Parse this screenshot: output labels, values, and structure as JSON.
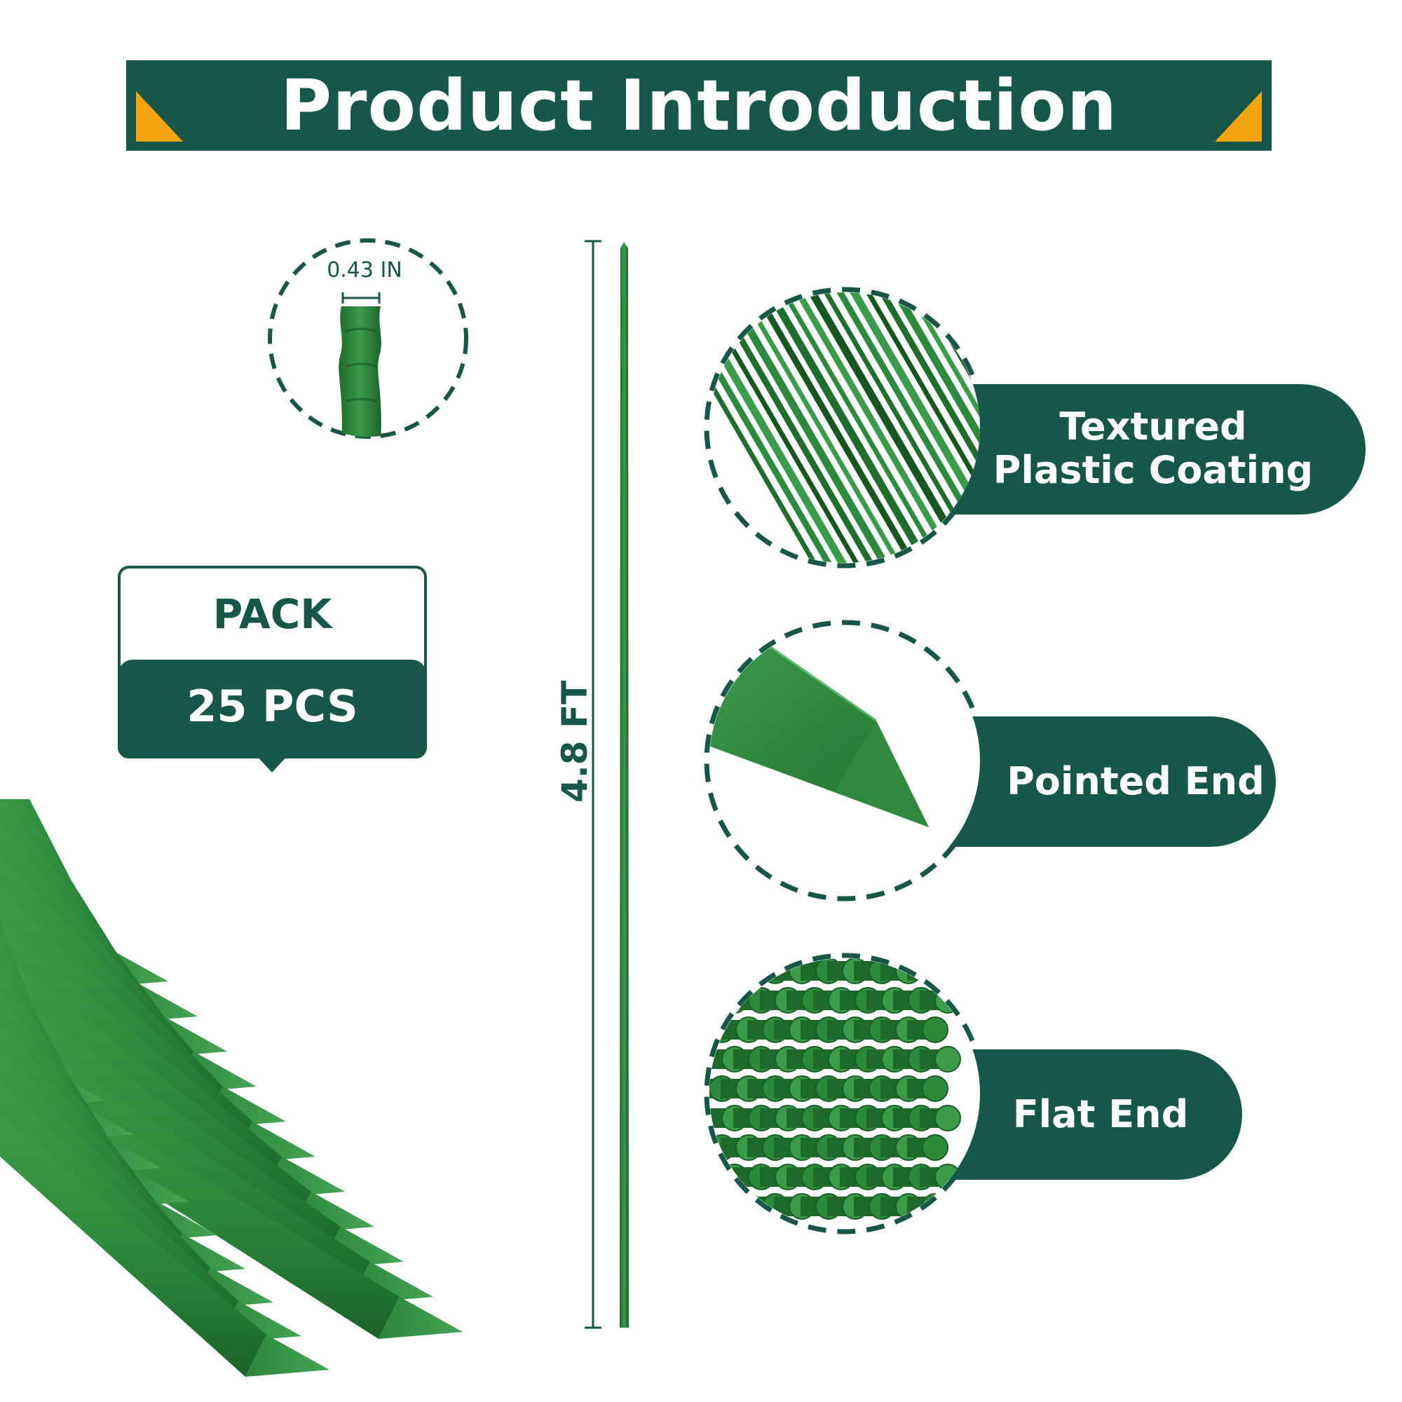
{
  "banner": {
    "title": "Product Introduction"
  },
  "diameter": {
    "label": "0.43 IN"
  },
  "length": {
    "label": "4.8 FT"
  },
  "pack": {
    "label": "PACK",
    "count": "25 PCS"
  },
  "features": [
    {
      "line1": "Textured",
      "line2": "Plastic Coating"
    },
    {
      "line1": "Pointed End"
    },
    {
      "line1": "Flat End"
    }
  ],
  "colors": {
    "dark_green": "#16574a",
    "stake_green": "#2e8a3e",
    "accent_orange": "#f3a40f",
    "background": "#ffffff"
  }
}
